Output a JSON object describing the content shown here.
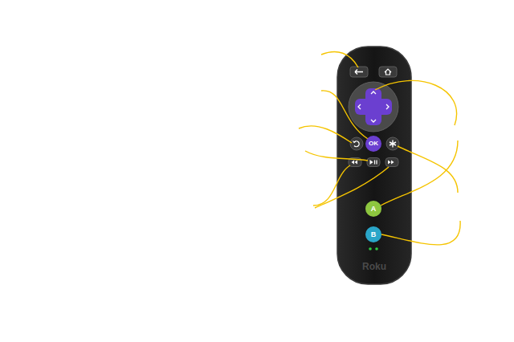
{
  "diagram": {
    "nodes": [
      {
        "text": [
          "Roku"
        ]
      },
      {
        "text": [
          "OK"
        ],
        "in": 0
      },
      {
        "text": [
          "A"
        ],
        "in": 0
      },
      {
        "text": [
          "B"
        ],
        "in": 0
      }
    ]
  }
}
